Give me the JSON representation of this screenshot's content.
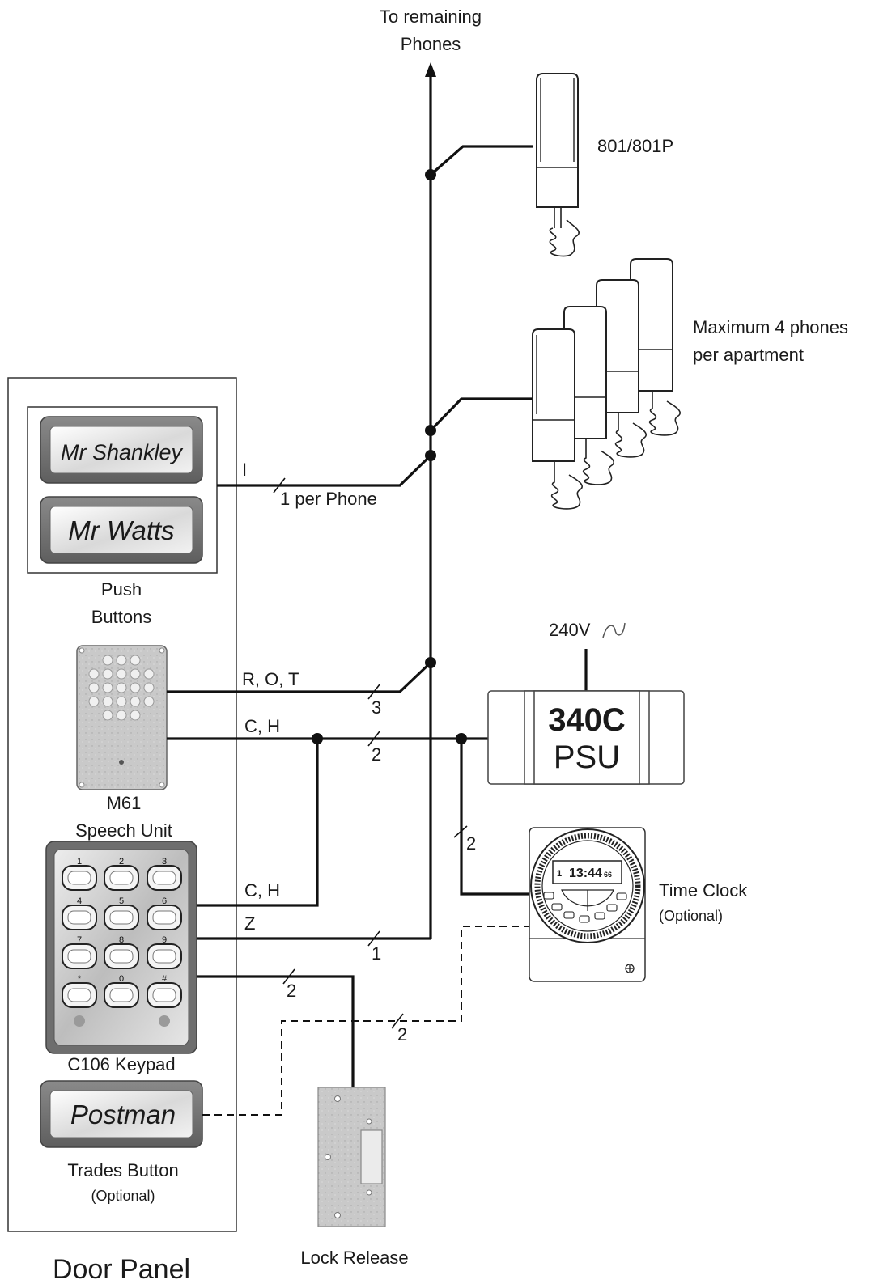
{
  "top_label": {
    "line1": "To remaining",
    "line2": "Phones"
  },
  "phone_single": {
    "label": "801/801P"
  },
  "phone_group": {
    "line1": "Maximum  4 phones",
    "line2": "per apartment"
  },
  "door_panel": {
    "title": "Door Panel",
    "push_buttons": {
      "names": [
        "Mr Shankley",
        "Mr Watts"
      ],
      "caption_line1": "Push",
      "caption_line2": "Buttons"
    },
    "speech_unit": {
      "line1": "M61",
      "line2": "Speech Unit"
    },
    "keypad": {
      "caption": "C106 Keypad",
      "keys": [
        "1",
        "2",
        "3",
        "4",
        "5",
        "6",
        "7",
        "8",
        "9",
        "*",
        "0",
        "#"
      ]
    },
    "trades": {
      "button_text": "Postman",
      "caption_line1": "Trades Button",
      "caption_line2": "(Optional)"
    }
  },
  "wires": {
    "push_label": "I",
    "push_count": "1 per Phone",
    "speech_label": "R, O, T",
    "speech_count": "3",
    "power_label": "C, H",
    "power_count": "2",
    "clock_count": "2",
    "keypad_power_label": "C, H",
    "z_label": "Z",
    "z_count": "1",
    "lock_count": "2",
    "trades_count": "2"
  },
  "psu": {
    "line1": "340C",
    "line2": "PSU",
    "supply": "240V"
  },
  "time_clock": {
    "line1": "Time Clock",
    "line2": "(Optional)",
    "display_time": "13:44",
    "display_day": "1",
    "display_secs": "66"
  },
  "lock_release": {
    "label": "Lock Release"
  }
}
